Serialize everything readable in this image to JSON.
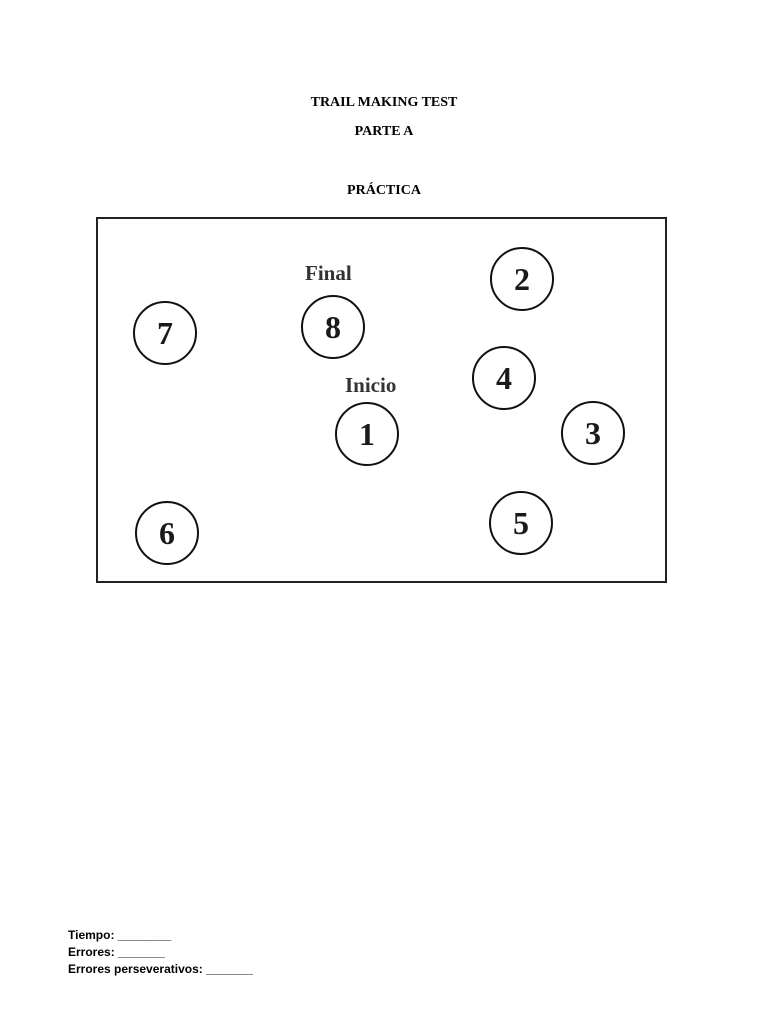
{
  "document": {
    "title": "TRAIL MAKING TEST",
    "subtitle": "PARTE A",
    "section": "PRÁCTICA"
  },
  "trail": {
    "nodes": [
      "1",
      "2",
      "3",
      "4",
      "5",
      "6",
      "7",
      "8"
    ],
    "start_label": "Inicio",
    "end_label": "Final"
  },
  "scoring": {
    "time": "Tiempo: ________",
    "errors": "Errores: _______",
    "perseverative_errors": "Errores perseverativos: _______"
  }
}
